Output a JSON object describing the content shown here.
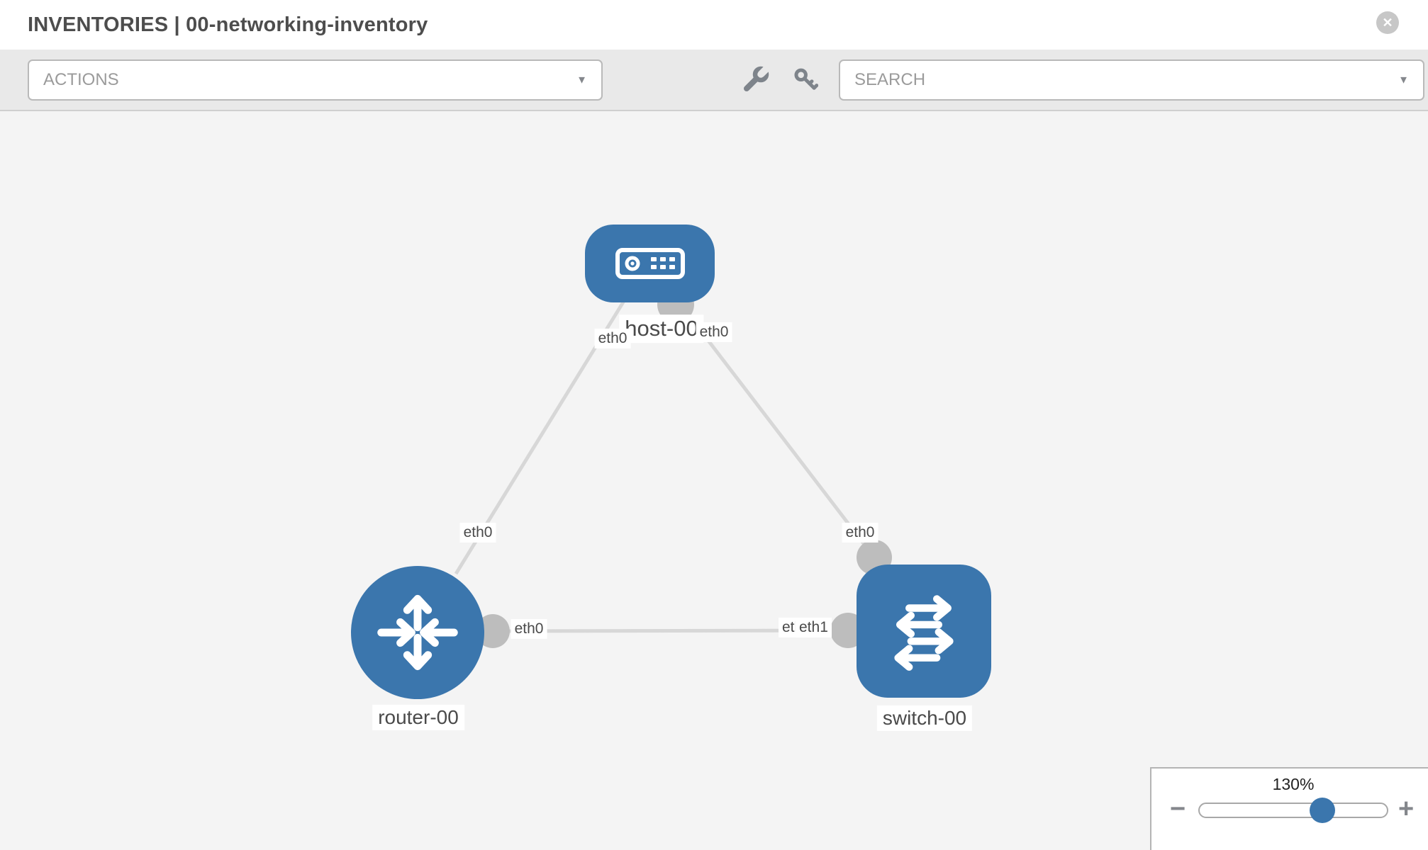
{
  "header": {
    "title": "INVENTORIES | 00-networking-inventory"
  },
  "toolbar": {
    "actions_label": "ACTIONS",
    "search_placeholder": "SEARCH"
  },
  "icons": {
    "close": "✕",
    "caret": "▼",
    "minus": "−",
    "plus": "+"
  },
  "diagram": {
    "nodes": [
      {
        "id": "host-00",
        "type": "host",
        "label": "host-00"
      },
      {
        "id": "router-00",
        "type": "router",
        "label": "router-00"
      },
      {
        "id": "switch-00",
        "type": "switch",
        "label": "switch-00"
      }
    ],
    "links": [
      {
        "from": "host-00",
        "from_interface": "eth0",
        "to": "router-00",
        "to_interface": "eth0"
      },
      {
        "from": "host-00",
        "from_interface": "eth0",
        "to": "switch-00",
        "to_interface": "eth0"
      },
      {
        "from": "router-00",
        "from_interface": "eth0",
        "to": "switch-00",
        "to_interface": "eth1",
        "obscured_interface": "eth0"
      }
    ]
  },
  "zoom_control": {
    "percent": "130%",
    "value": 130
  },
  "colors": {
    "node_blue": "#3b76ad",
    "port_gray": "#bdbdbd",
    "link_gray": "#d7d7d7",
    "canvas_bg": "#f4f4f4",
    "toolbar_bg": "#e9e9e9"
  }
}
